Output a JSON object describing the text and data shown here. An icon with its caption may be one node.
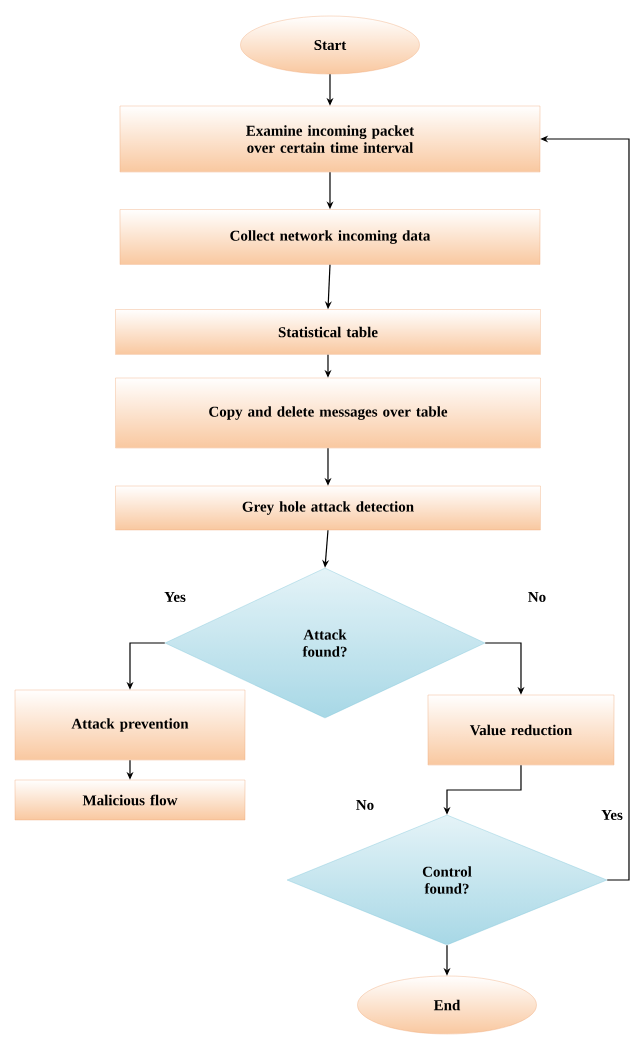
{
  "diagram": {
    "nodes": [
      {
        "text": [
          "Start"
        ]
      },
      {
        "text": [
          "Examine incoming packet over certain time interval"
        ]
      },
      {
        "text": [
          "Collect network incoming data"
        ]
      },
      {
        "text": [
          "Statistical table"
        ]
      },
      {
        "text": [
          "Copy and delete messages over table"
        ]
      },
      {
        "text": [
          "Grey hole attack detection"
        ]
      },
      {
        "text": [
          "Attack found?"
        ]
      },
      {
        "text": [
          "Attack prevention"
        ]
      },
      {
        "text": [
          "Malicious flow"
        ]
      },
      {
        "text": [
          "Value reduction"
        ]
      },
      {
        "text": [
          "Control found?"
        ]
      },
      {
        "text": [
          "End"
        ]
      }
    ],
    "edges": [
      {
        "from": 0,
        "to": 1,
        "arrow": "to"
      },
      {
        "from": 1,
        "to": 2,
        "arrow": "to"
      },
      {
        "from": 2,
        "to": 3,
        "arrow": "to"
      },
      {
        "from": 3,
        "to": 4,
        "arrow": "to"
      },
      {
        "from": 4,
        "to": 5,
        "arrow": "to"
      },
      {
        "from": 5,
        "to": 6,
        "arrow": "to"
      },
      {
        "from": 6,
        "to": 7,
        "arrow": "to",
        "label": "Yes"
      },
      {
        "from": 6,
        "to": 9,
        "arrow": "to",
        "label": "No"
      },
      {
        "from": 7,
        "to": 8,
        "arrow": "to"
      },
      {
        "from": 9,
        "to": 10,
        "arrow": "to"
      },
      {
        "from": 10,
        "to": 1,
        "arrow": "to",
        "label": "Yes"
      },
      {
        "from": 10,
        "to": 11,
        "arrow": "to"
      }
    ],
    "labels": [
      "No"
    ]
  }
}
